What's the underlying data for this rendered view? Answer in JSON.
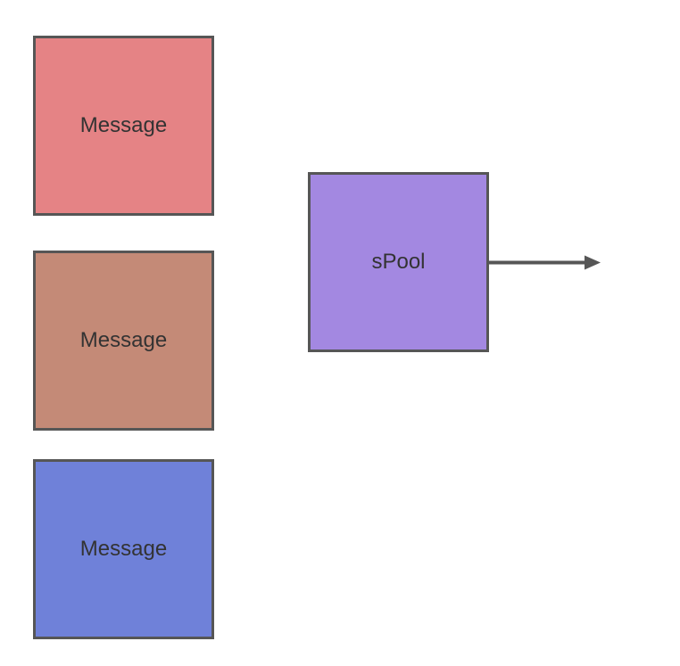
{
  "diagram": {
    "nodes": [
      {
        "id": "message-1",
        "label": "Message",
        "fill": "#E58385",
        "stroke": "#565656",
        "text_color": "#333333"
      },
      {
        "id": "message-2",
        "label": "Message",
        "fill": "#C48A77",
        "stroke": "#565656",
        "text_color": "#333333"
      },
      {
        "id": "message-3",
        "label": "Message",
        "fill": "#6F81D9",
        "stroke": "#565656",
        "text_color": "#333333"
      },
      {
        "id": "spool",
        "label": "sPool",
        "fill": "#A388E1",
        "stroke": "#565656",
        "text_color": "#333333"
      }
    ],
    "connector": {
      "from": "spool",
      "direction": "right",
      "color": "#565656"
    },
    "canvas_background": "#ffffff"
  }
}
